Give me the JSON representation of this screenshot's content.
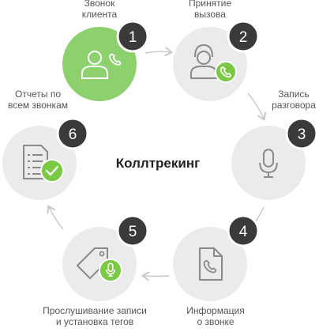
{
  "center_title": "Коллтрекинг",
  "colors": {
    "active_fill": "#8cd16e",
    "inactive_fill": "#ebebeb",
    "badge_fill": "#3a3a3a",
    "badge_text": "#ffffff",
    "accent_green": "#7ac943",
    "icon_active": "#ffffff",
    "icon_inactive": "#8a8a8a",
    "arrow": "#c8c8c8"
  },
  "steps": [
    {
      "number": "1",
      "label_lines": [
        "Звонок",
        "клиента"
      ],
      "icon": "caller-phone-icon",
      "active": true
    },
    {
      "number": "2",
      "label_lines": [
        "Принятие",
        "вызова"
      ],
      "icon": "operator-headset-icon",
      "active": false
    },
    {
      "number": "3",
      "label_lines": [
        "Запись",
        "разговора"
      ],
      "icon": "microphone-icon",
      "active": false
    },
    {
      "number": "4",
      "label_lines": [
        "Информация",
        "о звонке"
      ],
      "icon": "call-document-icon",
      "active": false
    },
    {
      "number": "5",
      "label_lines": [
        "Прослушивание записи",
        "и установка тегов"
      ],
      "icon": "tag-microphone-icon",
      "active": false
    },
    {
      "number": "6",
      "label_lines": [
        "Отчеты по",
        "всем звонкам"
      ],
      "icon": "report-check-icon",
      "active": false
    }
  ]
}
